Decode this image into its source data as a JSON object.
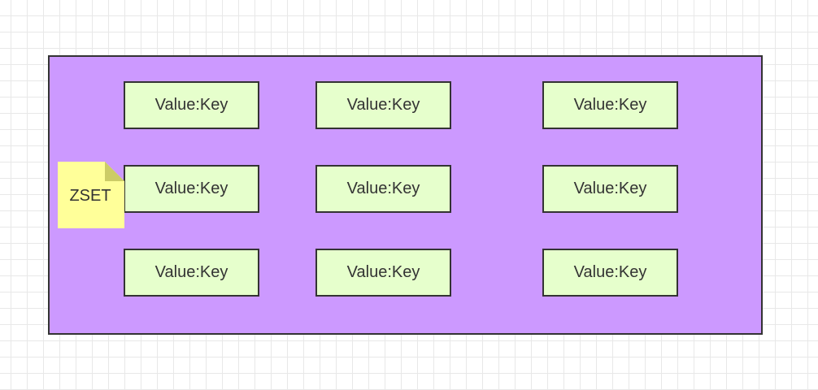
{
  "colors": {
    "container_fill": "#cc99ff",
    "cell_fill": "#e6ffcc",
    "note_fill": "#ffff99",
    "note_fold": "#cccc66",
    "stroke": "#333333",
    "grid": "#e8e8e8"
  },
  "container": {
    "label": "ZSET"
  },
  "cells": [
    {
      "label": "Value:Key"
    },
    {
      "label": "Value:Key"
    },
    {
      "label": "Value:Key"
    },
    {
      "label": "Value:Key"
    },
    {
      "label": "Value:Key"
    },
    {
      "label": "Value:Key"
    },
    {
      "label": "Value:Key"
    },
    {
      "label": "Value:Key"
    },
    {
      "label": "Value:Key"
    }
  ]
}
